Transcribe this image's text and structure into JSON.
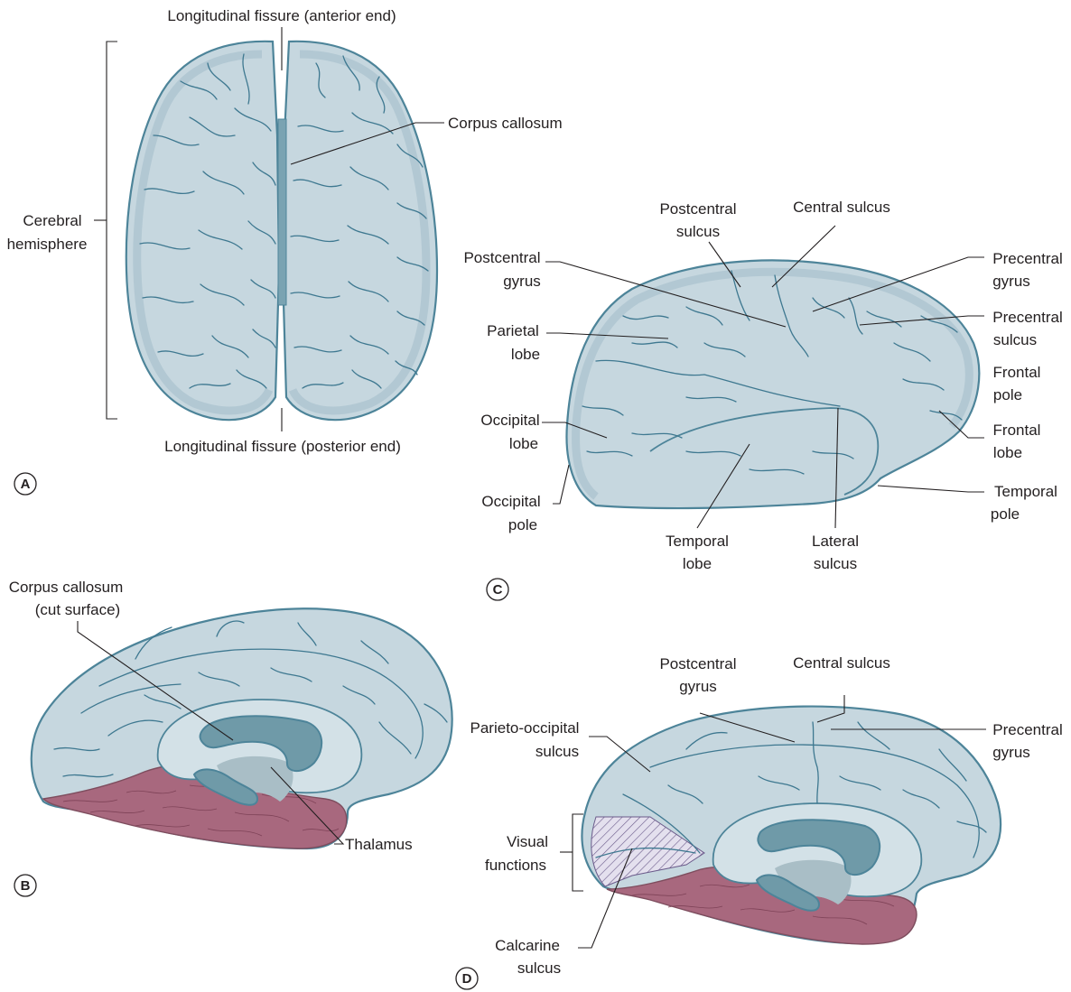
{
  "panels": [
    {
      "letter": "A",
      "labels": {
        "fissure_anterior": "Longitudinal fissure (anterior end)",
        "corpus_callosum": "Corpus callosum",
        "cerebral_hemisphere_1": "Cerebral",
        "cerebral_hemisphere_2": "hemisphere",
        "fissure_posterior": "Longitudinal fissure (posterior end)"
      }
    },
    {
      "letter": "B",
      "labels": {
        "cc_cut_1": "Corpus callosum",
        "cc_cut_2": "(cut surface)",
        "thalamus": "Thalamus"
      }
    },
    {
      "letter": "C",
      "labels": {
        "postcentral_sulcus_1": "Postcentral",
        "postcentral_sulcus_2": "sulcus",
        "central_sulcus": "Central sulcus",
        "postcentral_gyrus_1": "Postcentral",
        "postcentral_gyrus_2": "gyrus",
        "precentral_gyrus_1": "Precentral",
        "precentral_gyrus_2": "gyrus",
        "parietal_lobe_1": "Parietal",
        "parietal_lobe_2": "lobe",
        "precentral_sulcus_1": "Precentral",
        "precentral_sulcus_2": "sulcus",
        "frontal_pole_1": "Frontal",
        "frontal_pole_2": "pole",
        "occipital_lobe_1": "Occipital",
        "occipital_lobe_2": "lobe",
        "frontal_lobe_1": "Frontal",
        "frontal_lobe_2": "lobe",
        "occipital_pole_1": "Occipital",
        "occipital_pole_2": "pole",
        "temporal_pole_1": "Temporal",
        "temporal_pole_2": "pole",
        "temporal_lobe_1": "Temporal",
        "temporal_lobe_2": "lobe",
        "lateral_sulcus_1": "Lateral",
        "lateral_sulcus_2": "sulcus"
      }
    },
    {
      "letter": "D",
      "labels": {
        "postcentral_gyrus_1": "Postcentral",
        "postcentral_gyrus_2": "gyrus",
        "central_sulcus": "Central sulcus",
        "parieto_occipital_1": "Parieto-occipital",
        "parieto_occipital_2": "sulcus",
        "precentral_gyrus_1": "Precentral",
        "precentral_gyrus_2": "gyrus",
        "visual_1": "Visual",
        "visual_2": "functions",
        "calcarine_1": "Calcarine",
        "calcarine_2": "sulcus"
      }
    }
  ],
  "colors": {
    "cortex": "#c6d7df",
    "outline": "#4d8499",
    "corpus_callosum": "#6f9aa8",
    "temporal_medial": "#a8687e"
  }
}
